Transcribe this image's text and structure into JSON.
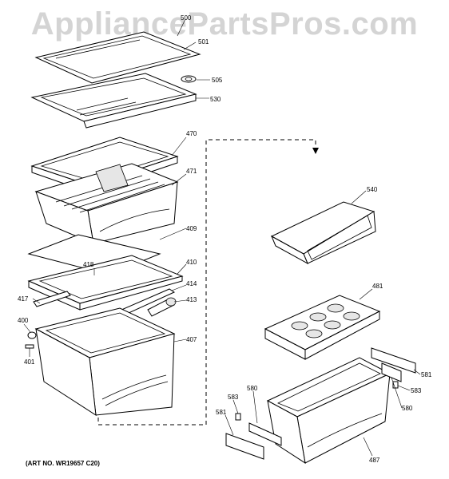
{
  "watermark": "AppliancePartsPros.com",
  "art_number": "(ART NO. WR19657 C20)",
  "labels": {
    "p500": "500",
    "p501": "501",
    "p505": "505",
    "p530": "530",
    "p470": "470",
    "p471": "471",
    "p409": "409",
    "p418": "418",
    "p410": "410",
    "p414": "414",
    "p417": "417",
    "p413": "413",
    "p400": "400",
    "p401": "401",
    "p407": "407",
    "p540": "540",
    "p481": "481",
    "p581a": "581",
    "p583a": "583",
    "p580a": "580",
    "p581b": "581",
    "p583b": "583",
    "p580b": "580",
    "p487": "487"
  }
}
